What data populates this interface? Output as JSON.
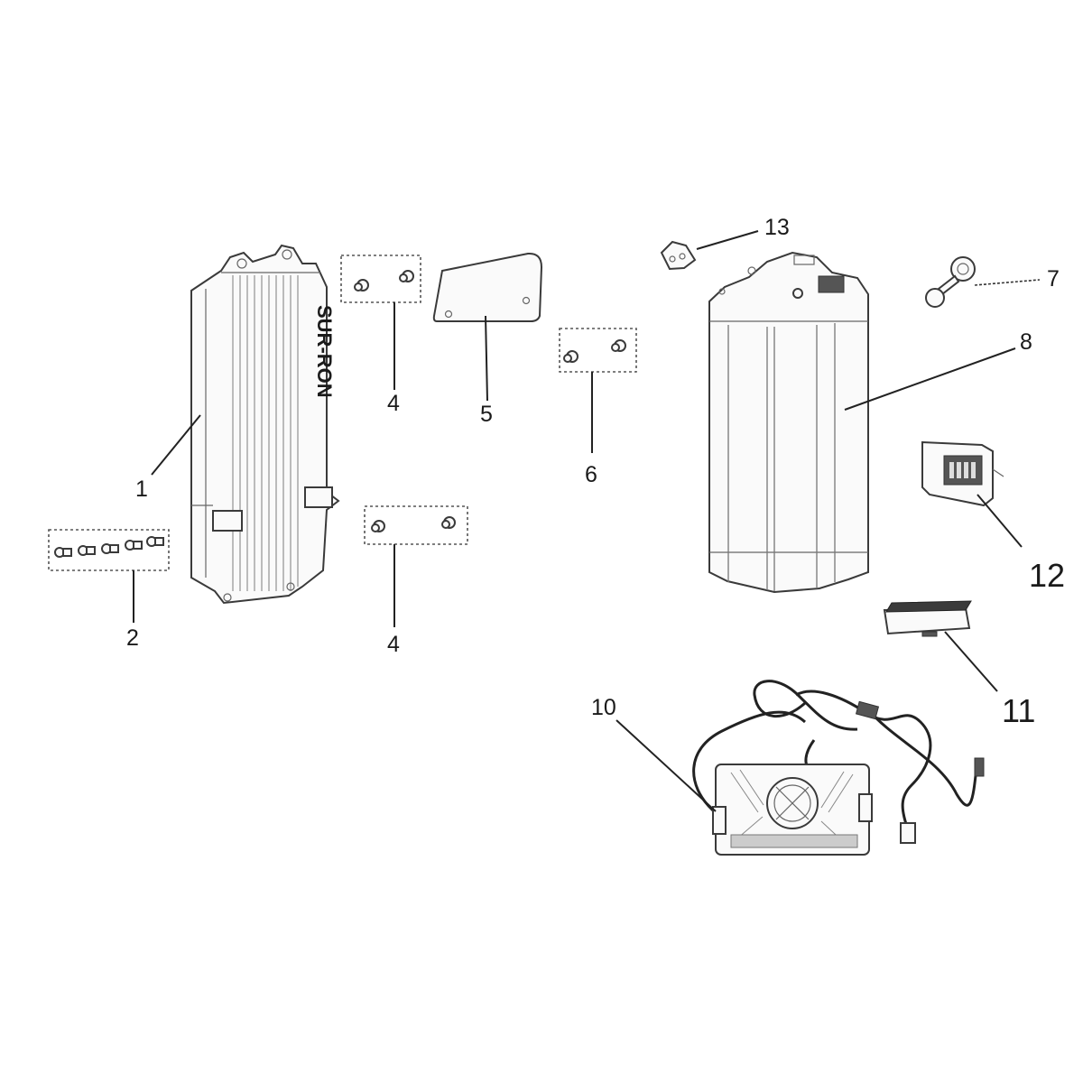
{
  "callouts": {
    "c1": "1",
    "c2": "2",
    "c4a": "4",
    "c4b": "4",
    "c5": "5",
    "c6": "6",
    "c7": "7",
    "c8": "8",
    "c10": "10",
    "c11": "11",
    "c12": "12",
    "c13": "13"
  },
  "parts": {
    "battery_case_marking": "SUR-RON"
  }
}
